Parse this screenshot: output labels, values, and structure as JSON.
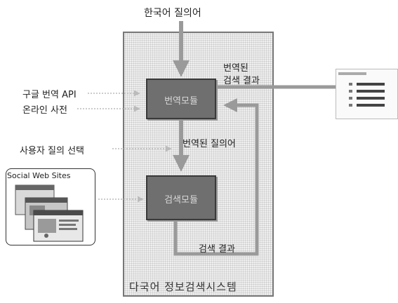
{
  "diagram": {
    "query_input_label": "한국어 질의어",
    "translated_results_label_line1": "번역된",
    "translated_results_label_line2": "검색 결과",
    "google_api_label": "구글 번역 API",
    "online_dictionary_label": "온라인 사전",
    "user_selection_label": "사용자 질의 선택",
    "translated_query_label": "번역된 질의어",
    "translation_module_label": "번역모듈",
    "search_module_label": "검색모듈",
    "search_results_label": "검색 결과",
    "social_web_sites_label": "Social Web Sites",
    "system_label": "다국어 정보검색시스템"
  }
}
